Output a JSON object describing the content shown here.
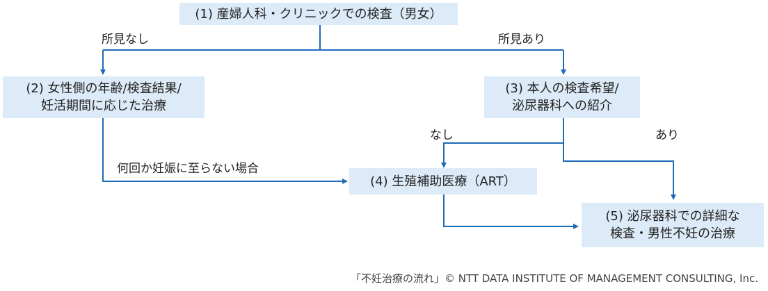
{
  "nodes": {
    "n1": {
      "lines": [
        "(1) 産婦人科・クリニックでの検査（男女）"
      ]
    },
    "n2": {
      "lines": [
        "(2) 女性側の年齢/検査結果/",
        "妊活期間に応じた治療"
      ]
    },
    "n3": {
      "lines": [
        "(3) 本人の検査希望/",
        "泌尿器科への紹介"
      ]
    },
    "n4": {
      "lines": [
        "(4) 生殖補助医療（ART）"
      ]
    },
    "n5": {
      "lines": [
        "(5) 泌尿器科での詳細な",
        "検査・男性不妊の治療"
      ]
    }
  },
  "edge_labels": {
    "no_findings": "所見なし",
    "findings": "所見あり",
    "none": "なし",
    "yes": "あり",
    "not_pregnant": "何回か妊娠に至らない場合"
  },
  "colors": {
    "box_fill": "#dcebf7",
    "arrow": "#1e6bb8"
  },
  "credit": "「不妊治療の流れ」© NTT DATA INSTITUTE OF MANAGEMENT CONSULTING, Inc."
}
